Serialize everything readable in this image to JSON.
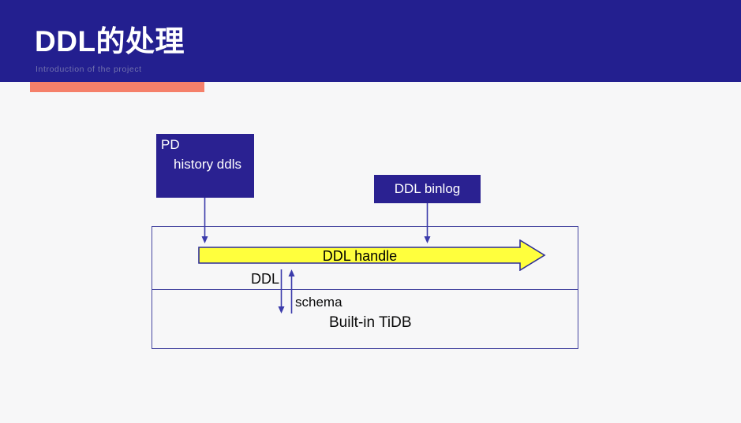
{
  "slide": {
    "title": "DDL的处理",
    "subtitle": "Introduction of the project"
  },
  "diagram": {
    "pd_box": {
      "title": "PD",
      "subtitle": "history ddls"
    },
    "ddl_binlog_box": {
      "label": "DDL binlog"
    },
    "handle_arrow": {
      "label": "DDL handle"
    },
    "ddl_label": "DDL",
    "schema_label": "schema",
    "tidb_label": "Built-in TiDB"
  },
  "colors": {
    "header_bg": "#231f8f",
    "accent_bar": "#f5806a",
    "box_bg": "#2a2191",
    "arrow_fill": "#ffff3d",
    "arrow_stroke": "#2f2f96",
    "connector": "#3b3bab",
    "frame_border": "#4646a0",
    "background": "#f7f7f8",
    "subtitle_color": "#7272ad"
  }
}
